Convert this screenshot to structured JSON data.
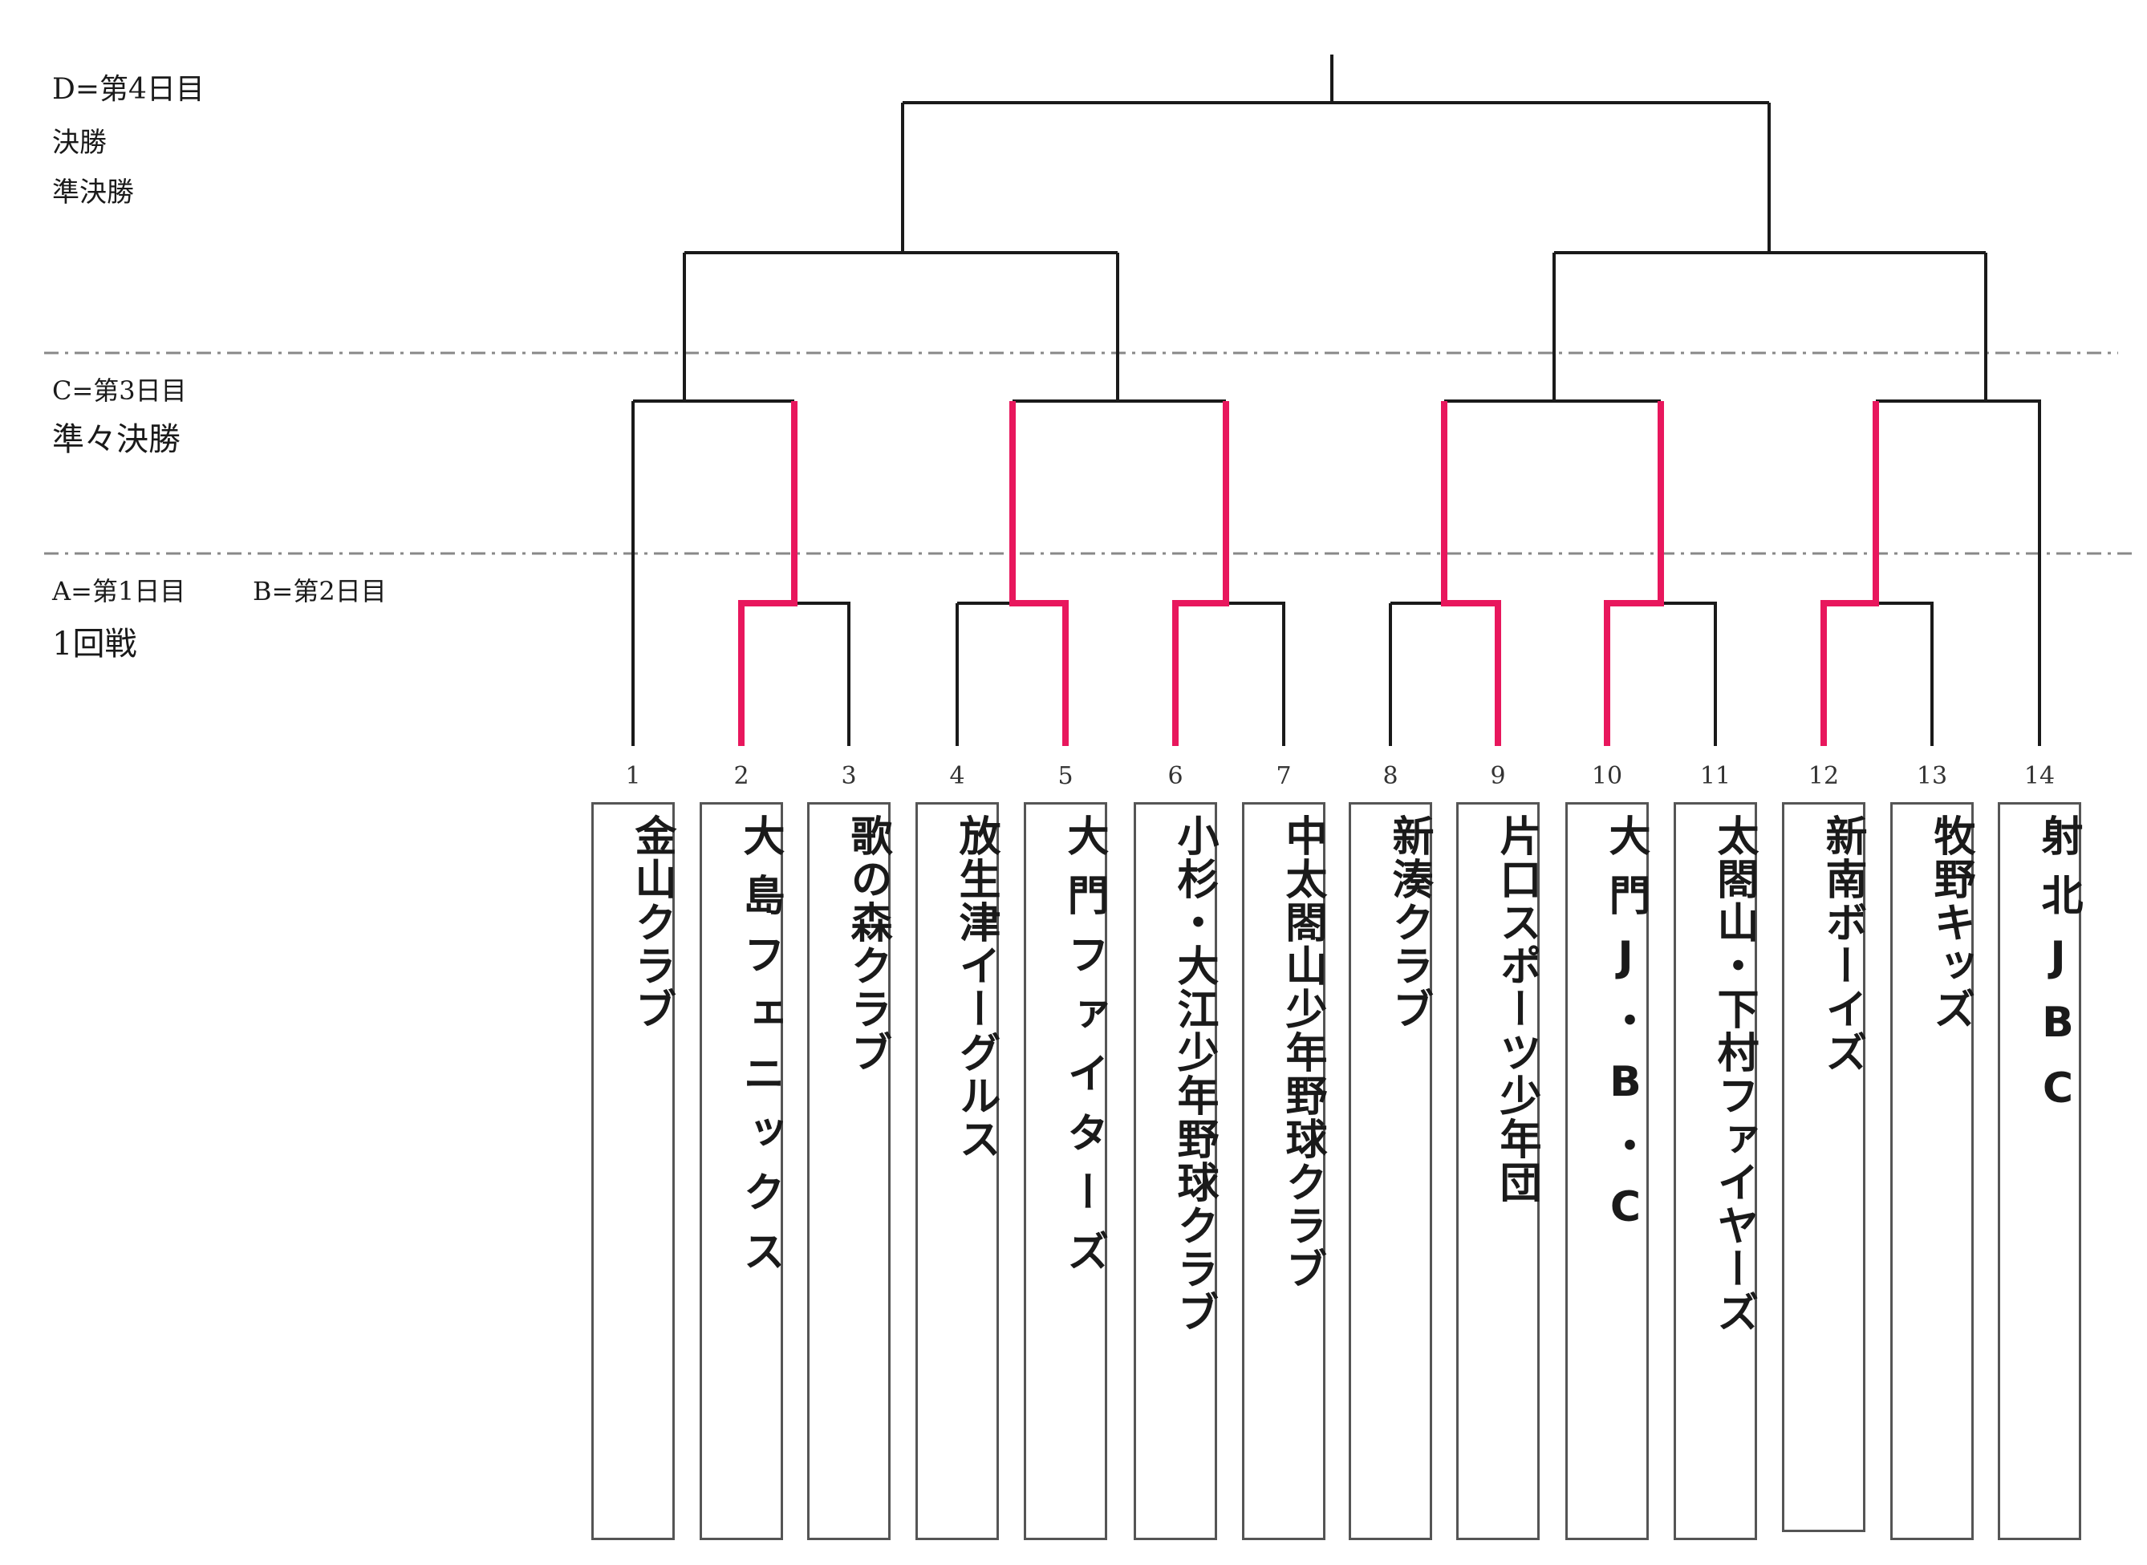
{
  "schedule": {
    "day_d": "D=第4日目",
    "final": "決勝",
    "semifinal": "準決勝",
    "day_c": "C=第3日目",
    "quarterfinal": "準々決勝",
    "day_a": "A=第1日目",
    "day_b": "B=第2日目",
    "first_round": "1回戦"
  },
  "teams": [
    {
      "number": "1",
      "name": "金山クラブ"
    },
    {
      "number": "2",
      "name": "大島フェニックス"
    },
    {
      "number": "3",
      "name": "歌の森クラブ"
    },
    {
      "number": "4",
      "name": "放生津イーグルス"
    },
    {
      "number": "5",
      "name": "大門ファイターズ"
    },
    {
      "number": "6",
      "name": "小杉・大江少年野球クラブ"
    },
    {
      "number": "7",
      "name": "中太閤山少年野球クラブ"
    },
    {
      "number": "8",
      "name": "新湊クラブ"
    },
    {
      "number": "9",
      "name": "片口スポーツ少年団"
    },
    {
      "number": "10",
      "name": "大門J・B・C"
    },
    {
      "number": "11",
      "name": "太閤山・下村ファイヤーズ"
    },
    {
      "number": "12",
      "name": "新南ボーイズ"
    },
    {
      "number": "13",
      "name": "牧野キッズ"
    },
    {
      "number": "14",
      "name": "射北JBC"
    }
  ],
  "colors": {
    "line": "#1a1a1a",
    "winner_line": "#e8175d",
    "divider": "#888888"
  }
}
